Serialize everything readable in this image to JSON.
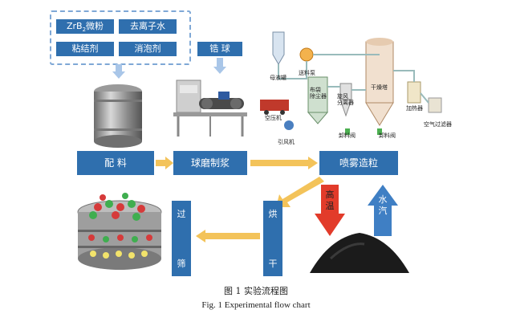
{
  "ingredients": {
    "zrb2": "ZrB",
    "zrb2_sub": "2",
    "zrb2_rest": "微粉",
    "water": "去离子水",
    "binder": "粘结剂",
    "defoamer": "消泡剂"
  },
  "ball_label": "锆 球",
  "steps": {
    "mix": "配 料",
    "ball_mill": "球磨制浆",
    "spray": "喷雾造粒",
    "dry_top": "烘",
    "dry_bottom": "干",
    "sieve_top": "过",
    "sieve_bottom": "筛"
  },
  "plant_labels": {
    "mother_tank": "母液罐",
    "feed_pump": "送料泵",
    "compressor": "空压机",
    "bag_collector": "布袋\n除尘器",
    "cyclone": "旋风\n分离器",
    "drying_tower": "干燥塔",
    "heater": "加热器",
    "air_filter": "空气过滤器",
    "fan": "引风机",
    "valve1": "卸料阀",
    "valve2": "卸料阀"
  },
  "flows": {
    "high_temp": "高温",
    "steam": "水汽"
  },
  "caption": {
    "cn": "图 1   实验流程图",
    "en": "Fig. 1    Experimental flow chart"
  },
  "colors": {
    "box_blue": "#2f6fae",
    "arrow_orange": "#f3c35a",
    "arrow_red": "#e23b2a",
    "arrow_blue": "#3f7fc4",
    "dashed_border": "#7fa8d6"
  }
}
